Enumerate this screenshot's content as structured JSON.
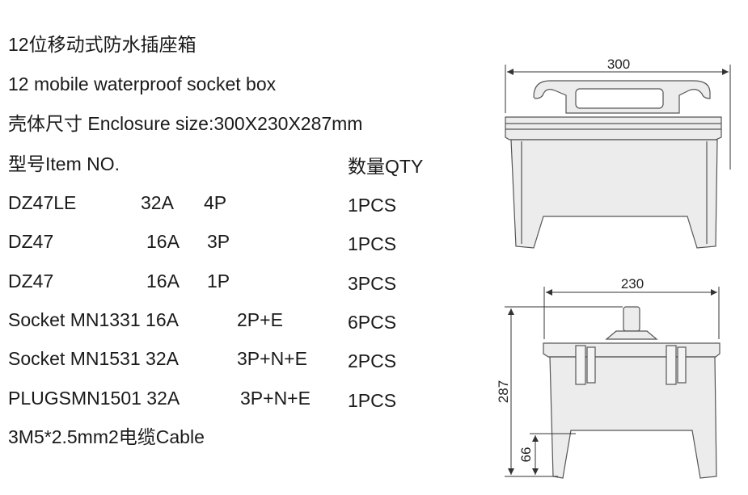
{
  "title_cn": "12位移动式防水插座箱",
  "title_en": "12 mobile waterproof socket box",
  "enclosure": "壳体尺寸 Enclosure size:300X230X287mm",
  "table": {
    "header": {
      "item": "型号Item NO.",
      "qty": "数量QTY"
    },
    "rows": [
      {
        "model": "DZ47LE",
        "current": "32A",
        "poles": "4P",
        "qty": "1PCS"
      },
      {
        "model": "DZ47",
        "current": "16A",
        "poles": "3P",
        "qty": "1PCS"
      },
      {
        "model": "DZ47",
        "current": "16A",
        "poles": "1P",
        "qty": "3PCS"
      },
      {
        "model": "Socket MN1331 16A",
        "current": "",
        "poles": "2P+E",
        "qty": "6PCS"
      },
      {
        "model": "Socket MN1531 32A",
        "current": "",
        "poles": "3P+N+E",
        "qty": "2PCS"
      },
      {
        "model": "PLUGSMN1501 32A",
        "current": "",
        "poles": "3P+N+E",
        "qty": "1PCS"
      }
    ]
  },
  "cable": "3M5*2.5mm2电缆Cable",
  "drawing": {
    "front_width": "300",
    "side_width": "230",
    "height": "287",
    "leg_height": "66"
  }
}
